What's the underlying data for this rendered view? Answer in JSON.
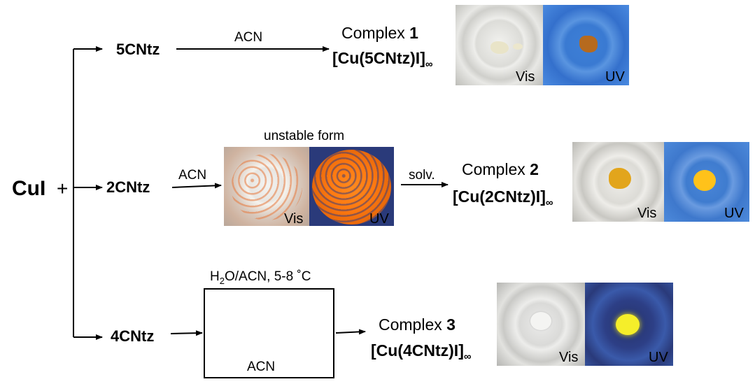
{
  "start": {
    "reactant": "CuI",
    "plus": "+"
  },
  "branches": [
    {
      "ligand": "5CNtz",
      "condition": "ACN",
      "complex_name": "Complex",
      "complex_number": "1",
      "formula": "[Cu(5CNtz)I]",
      "formula_sub": "∞",
      "photos": [
        {
          "label": "Vis"
        },
        {
          "label": "UV"
        }
      ]
    },
    {
      "ligand": "2CNtz",
      "condition": "ACN",
      "intermediate_caption": "unstable form",
      "intermediate_photos": [
        {
          "label": "Vis"
        },
        {
          "label": "UV"
        }
      ],
      "second_condition": "solv.",
      "complex_name": "Complex",
      "complex_number": "2",
      "formula": "[Cu(2CNtz)I]",
      "formula_sub": "∞",
      "photos": [
        {
          "label": "Vis"
        },
        {
          "label": "UV"
        }
      ]
    },
    {
      "ligand": "4CNtz",
      "condition_top_prefix": "H",
      "condition_top_sub": "2",
      "condition_top_suffix": "O/ACN, 5-8 ˚C",
      "condition_bottom": "ACN",
      "complex_name": "Complex",
      "complex_number": "3",
      "formula": "[Cu(4CNtz)I]",
      "formula_sub": "∞",
      "photos": [
        {
          "label": "Vis"
        },
        {
          "label": "UV"
        }
      ]
    }
  ]
}
